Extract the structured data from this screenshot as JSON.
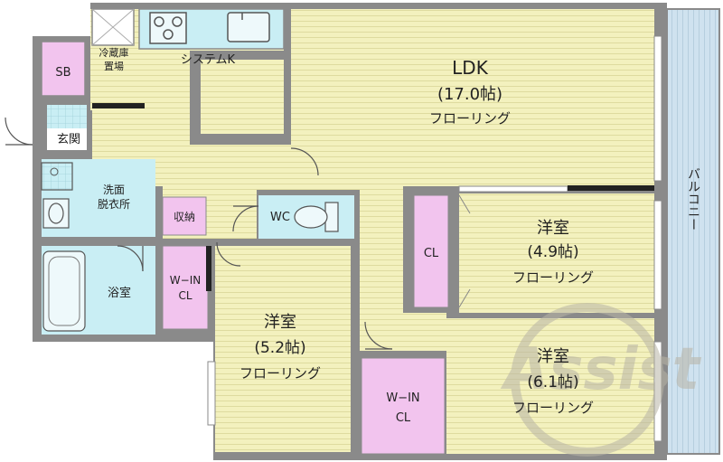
{
  "colors": {
    "wall": "#8a8a8a",
    "floor": "#f3f1be",
    "floor_line": "#d9d69a",
    "closet": "#f2c4ee",
    "wet": "#c9eef4",
    "balcony": "#cfe2ef",
    "sb": "#f2c4ee",
    "watermark": "#b8b4a6"
  },
  "rooms": {
    "ldk": {
      "name": "LDK",
      "size": "(17.0帖)",
      "floor": "フローリング"
    },
    "western_a": {
      "name": "洋室",
      "size": "(4.9帖)",
      "floor": "フローリング"
    },
    "western_b": {
      "name": "洋室",
      "size": "(5.2帖)",
      "floor": "フローリング"
    },
    "western_c": {
      "name": "洋室",
      "size": "(6.1帖)",
      "floor": "フローリング"
    }
  },
  "labels": {
    "sb": "SB",
    "fridge_line1": "冷蔵庫",
    "fridge_line2": "置場",
    "kitchen": "システムK",
    "entrance": "玄関",
    "washroom_line1": "洗面",
    "washroom_line2": "脱衣所",
    "storage": "収納",
    "wc": "WC",
    "bath": "浴室",
    "walkin_a_line1": "W−IN",
    "walkin_a_line2": "CL",
    "walkin_b_line1": "W−IN",
    "walkin_b_line2": "CL",
    "closet": "CL",
    "balcony": "バルコニー"
  },
  "watermark": "Assist"
}
